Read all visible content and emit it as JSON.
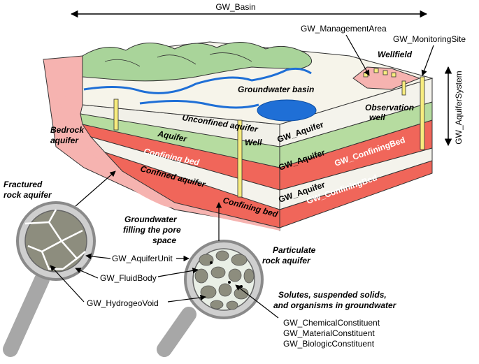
{
  "top": {
    "basin_label": "GW_Basin",
    "management_area": "GW_ManagementArea",
    "monitoring_site": "GW_MonitoringSite",
    "wellfield": "Wellfield",
    "aquifer_system": "GW_AquiferSystem"
  },
  "block": {
    "groundwater_basin": "Groundwater basin",
    "unconfined_aquifer": "Unconfined aquifer",
    "aquifer": "Aquifer",
    "confining_bed": "Confining bed",
    "confined_aquifer": "Confined aquifer",
    "confining_bed_2": "Confining bed",
    "well": "Well",
    "observation_well_line1": "Observation",
    "observation_well_line2": "well",
    "bedrock_line1": "Bedrock",
    "bedrock_line2": "aquifer",
    "gw_aquifer_1": "GW_Aquifer",
    "gw_aquifer_2": "GW_Aquifer",
    "gw_confiningbed_1": "GW_ConfiningBed",
    "gw_aquifer_3": "GW_Aquifer",
    "gw_confiningbed_2": "GW_ConfiningBed"
  },
  "lower": {
    "fractured_line1": "Fractured",
    "fractured_line2": "rock aquifer",
    "pore_line1": "Groundwater",
    "pore_line2": "filling the pore",
    "pore_line3": "space",
    "particulate_line1": "Particulate",
    "particulate_line2": "rock aquifer",
    "aquifer_unit": "GW_AquiferUnit",
    "fluid_body": "GW_FluidBody",
    "hydrogeo_void": "GW_HydrogeoVoid",
    "solutes_line1": "Solutes, suspended solids,",
    "solutes_line2": "and organisms in groundwater",
    "chemical": "GW_ChemicalConstituent",
    "material": "GW_MaterialConstituent",
    "biologic": "GW_BiologicConstituent"
  },
  "colors": {
    "confining_red": "#f0665a",
    "aquifer_green": "#b6dca0",
    "bedrock_pink": "#f6b3b0",
    "surface_white": "#f4f3ec",
    "hills_green": "#a9d49a",
    "water_blue": "#1f6fd6",
    "well_yellow": "#f7ec7e",
    "lens_grey": "#a7a7a7",
    "rock_dark": "#8d8d7e"
  }
}
